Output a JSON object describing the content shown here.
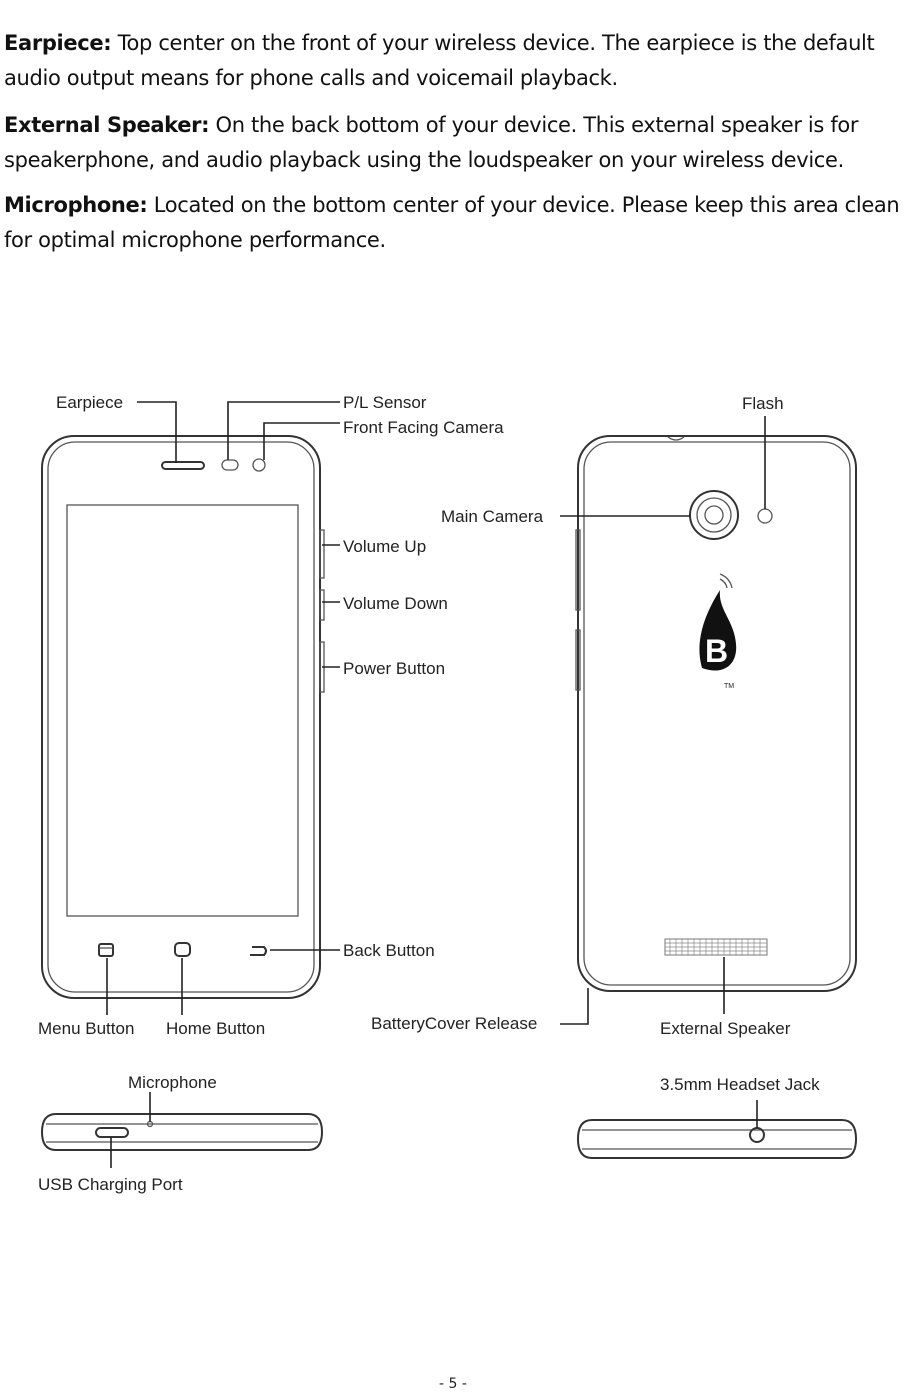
{
  "paragraphs": [
    {
      "term": "Earpiece:",
      "text": " Top center on the front of your wireless device. The earpiece is the default audio output means for phone calls and voicemail playback."
    },
    {
      "term": "External Speaker:",
      "text": " On the back bottom of your device. This external speaker is for speakerphone, and audio playback using the loudspeaker on your wireless device."
    },
    {
      "term": "Microphone:",
      "text": " Located on the bottom center of your device. Please keep this area clean for optimal microphone performance."
    }
  ],
  "diagram_labels": {
    "earpiece": "Earpiece",
    "pl_sensor": "P/L  Sensor",
    "front_camera": "Front Facing Camera",
    "flash": "Flash",
    "main_camera": "Main Camera",
    "volume_up": "Volume Up",
    "volume_down": "Volume Down",
    "power_button": "Power Button",
    "back_button": "Back Button",
    "menu_button": "Menu Button",
    "home_button": "Home Button",
    "battery_cover_release": "BatteryCover Release",
    "external_speaker": "External Speaker",
    "microphone": "Microphone",
    "usb_port": "USB Charging Port",
    "headset_jack": "3.5mm Headset Jack"
  },
  "logo": {
    "letter": "B",
    "mark": "TM"
  },
  "page_number": "- 5 -"
}
